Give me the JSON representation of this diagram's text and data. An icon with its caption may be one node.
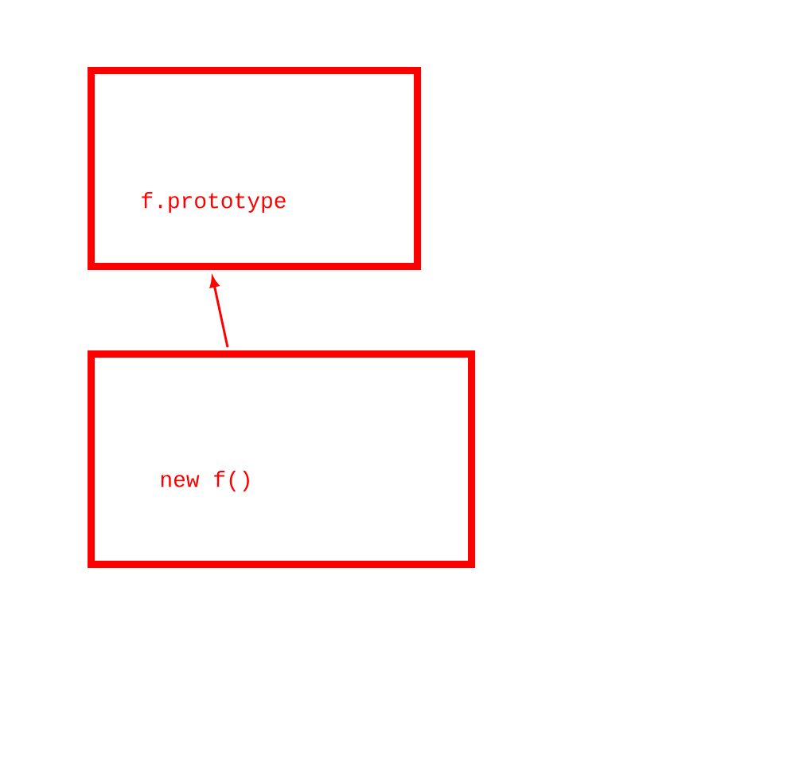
{
  "diagram": {
    "nodes": [
      {
        "text": [
          "f.prototype"
        ]
      },
      {
        "text": [
          "new f()"
        ]
      }
    ],
    "edges": [
      {
        "from": 1,
        "to": 0,
        "arrow": "to"
      }
    ]
  }
}
